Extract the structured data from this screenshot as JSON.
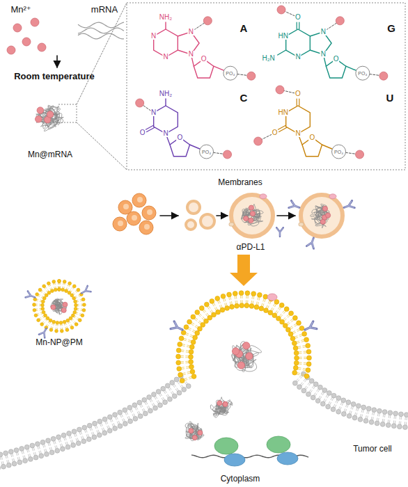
{
  "diagram": {
    "labels": [
      "Mn²⁺",
      "mRNA",
      "Room temperature",
      "Mn@mRNA",
      "A",
      "NH₂",
      "N",
      "N",
      "N",
      "N",
      "O",
      "PO₄",
      "G",
      "O",
      "HN",
      "H₂N",
      "N",
      "N",
      "N",
      "O",
      "PO₄",
      "C",
      "NH₂",
      "N",
      "O",
      "N",
      "O",
      "PO₄",
      "U",
      "O",
      "HN",
      "O",
      "N",
      "O",
      "PO₄",
      "Membranes",
      "αPD-L1",
      "Mn-NP@PM",
      "Tumor cell",
      "Cytoplasm"
    ]
  }
}
